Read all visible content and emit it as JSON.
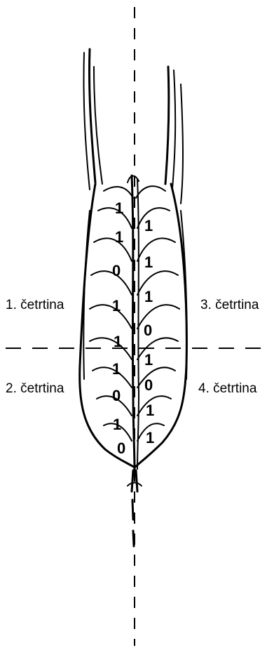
{
  "quarters": {
    "q1": "1. četrtina",
    "q2": "2. četrtina",
    "q3": "3. četrtina",
    "q4": "4. četrtina"
  },
  "left_column_scores": [
    "1",
    "1",
    "0",
    "1",
    "1",
    "1",
    "0",
    "1",
    "0"
  ],
  "right_column_scores": [
    "1",
    "1",
    "1",
    "0",
    "1",
    "0",
    "1",
    "1"
  ],
  "colors": {
    "ink": "#000000",
    "background": "#ffffff"
  },
  "icons": {
    "ear": "wheat-ear-icon"
  }
}
